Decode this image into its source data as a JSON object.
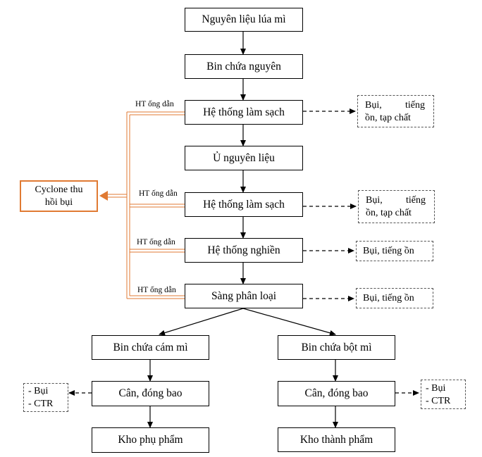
{
  "nodes": {
    "raw_material": "Nguyên liệu lúa mì",
    "raw_silo": "Bin chứa nguyên",
    "cleaning_1": "Hệ thống làm sạch",
    "conditioning": "Ủ nguyên liệu",
    "cleaning_2": "Hệ thống làm sạch",
    "milling": "Hệ thống nghiền",
    "sieving": "Sàng phân loại",
    "bran_silo": "Bin chứa cám mì",
    "flour_silo": "Bin chứa bột mì",
    "bran_packing": "Cân, đóng bao",
    "flour_packing": "Cân, đóng bao",
    "byproduct_store": "Kho phụ phẩm",
    "product_store": "Kho thành phẩm"
  },
  "cyclone": {
    "line1": "Cyclone thu",
    "line2": "hồi bụi"
  },
  "duct_label": "HT ống dẫn",
  "emissions": {
    "cleaning_1": {
      "left": "Bụi,",
      "right": "tiếng",
      "line2": "ồn, tạp chất"
    },
    "cleaning_2": {
      "left": "Bụi,",
      "right": "tiếng",
      "line2": "ồn, tạp chất"
    },
    "milling": "Bụi, tiếng ồn",
    "sieving": "Bụi, tiếng ồn",
    "bran_packing": [
      "- Bụi",
      "- CTR"
    ],
    "flour_packing": [
      "- Bụi",
      "- CTR"
    ]
  },
  "colors": {
    "cyclone_line": "#e07a33"
  }
}
